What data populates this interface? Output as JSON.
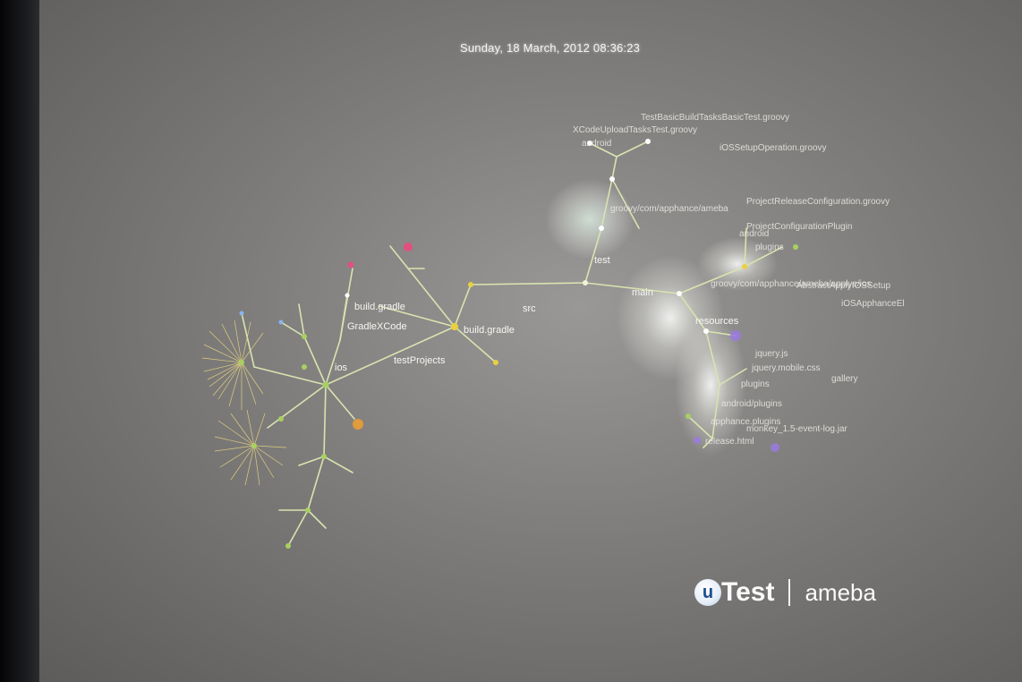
{
  "screen": {
    "timestamp": "Sunday, 18 March, 2012 08:36:23"
  },
  "tree": {
    "labels": {
      "src": "src",
      "test": "test",
      "main": "main",
      "build_gradle_root": "build.gradle",
      "build_gradle_left": "build.gradle",
      "gradle_xcode": "GradleXCode",
      "test_projects": "testProjects",
      "ios": "ios",
      "groovy_test": "groovy/com/apphance/ameba",
      "groovy_main": "groovy/com/apphance/ameba/applye/ios",
      "resources": "resources",
      "android": "android",
      "plugins": "plugins",
      "android_plugins": "android/plugins",
      "plugins_short": "plugins",
      "apphance_plugins": "apphance.plugins",
      "monkey_jar": "monkey_1.5-event-log.jar",
      "gallery": "gallery",
      "test_groovy": "TestBasicBuildTasksBasicTest.groovy",
      "xcode_setup": "XCodeUploadTasksTest.groovy",
      "android_test": "android",
      "operation": "ProjectConfigurationPlugin",
      "setup_op": "iOSSetupOperation.groovy",
      "release_config": "ProjectReleaseConfiguration.groovy",
      "abstract_ios": "AbstractApplyIOSSetup",
      "apphance_el": "iOSApphanceEl",
      "jquery": "jquery.js",
      "css": "jquery.mobile.css",
      "release_html": "release.html"
    }
  },
  "brand": {
    "u": "u",
    "test": "Test",
    "ameba": "ameba"
  },
  "colors": {
    "branch": "#d8e4b0",
    "glow": "#ffffff",
    "accent_green": "#a8d060",
    "accent_yellow": "#e8d040",
    "accent_pink": "#e05080",
    "accent_purple": "#9a7ae0",
    "accent_orange": "#f0a030"
  }
}
